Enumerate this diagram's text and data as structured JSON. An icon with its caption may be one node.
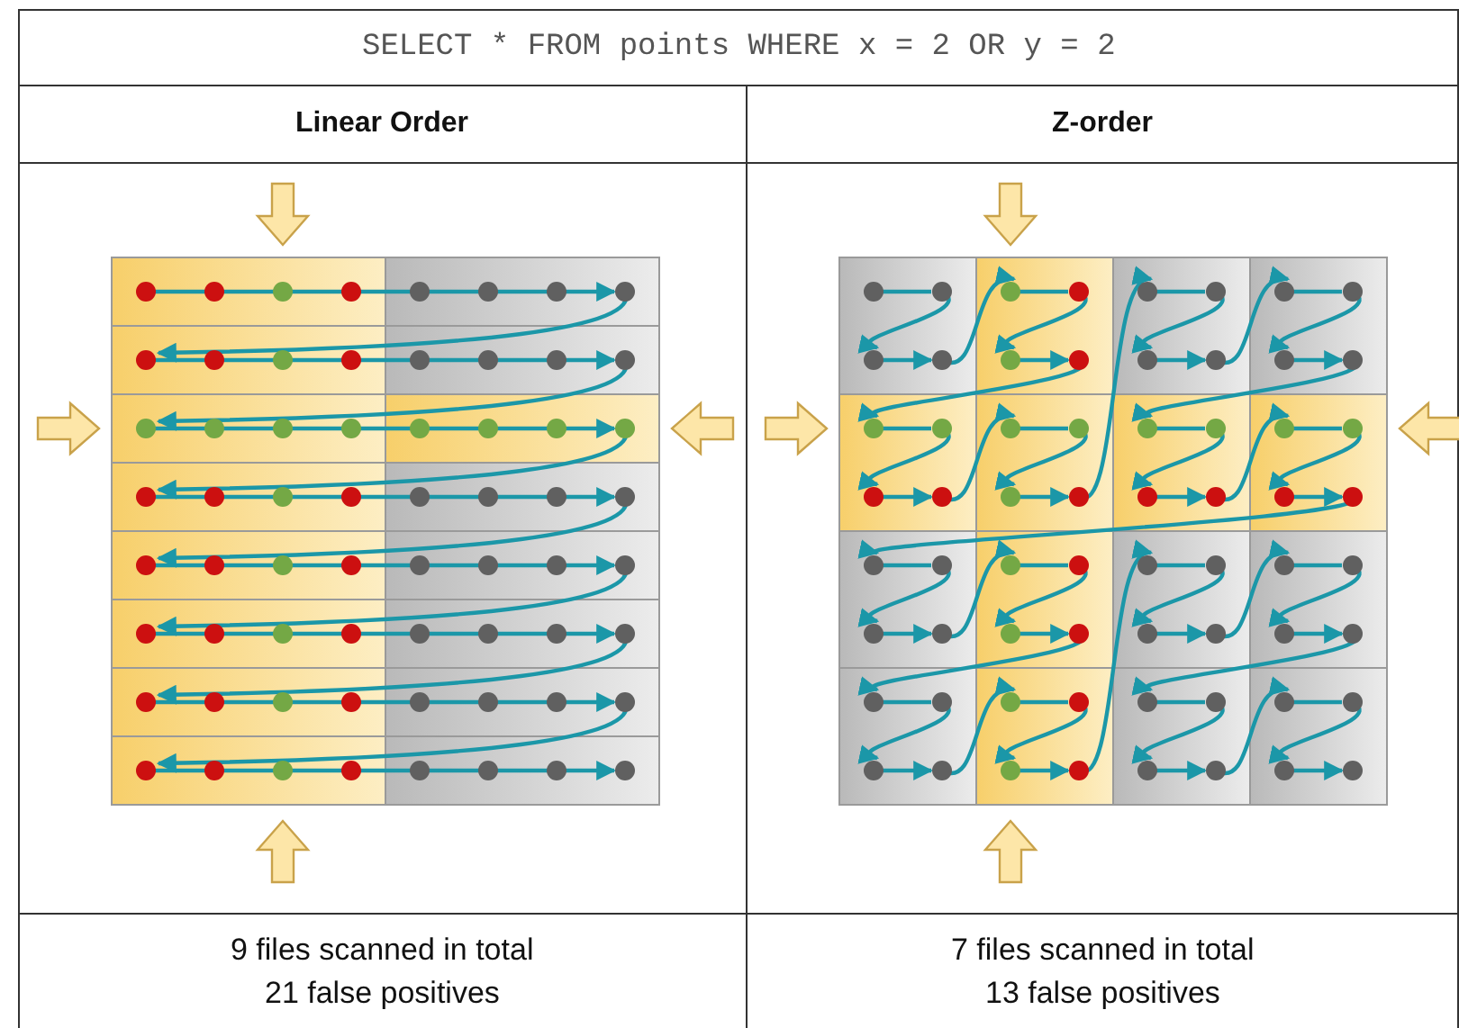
{
  "diagram": {
    "title": "SELECT * FROM points WHERE x = 2 OR y = 2",
    "labels": [
      "Linear Order",
      "Z-order",
      "9 files scanned in total",
      "21 false positives",
      "7 files scanned in total",
      "13 false positives"
    ]
  }
}
